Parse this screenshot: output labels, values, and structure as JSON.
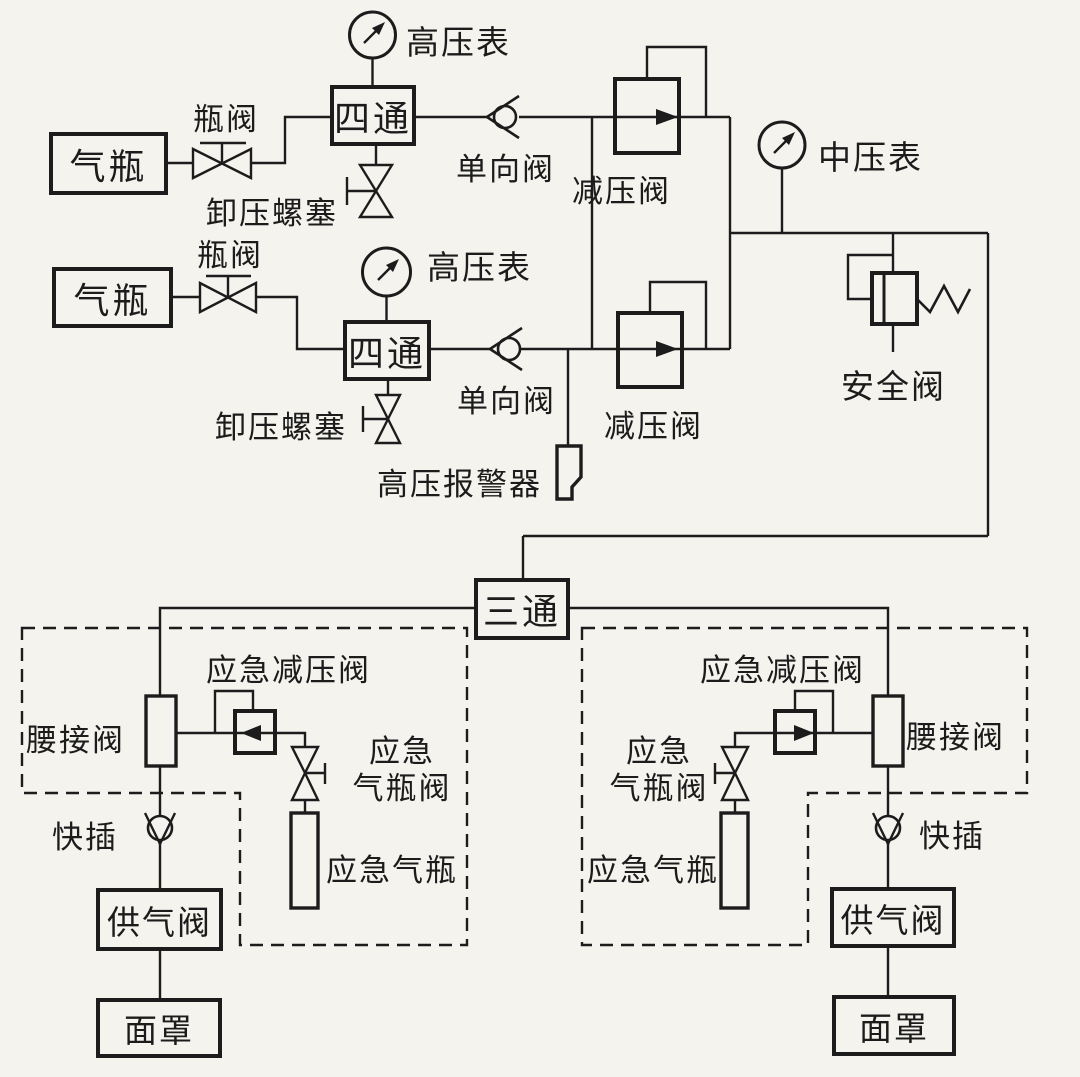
{
  "labels": {
    "gas_cylinder": "气瓶",
    "bottle_valve": "瓶阀",
    "relief_plug": "卸压螺塞",
    "four_way": "四通",
    "hp_gauge": "高压表",
    "check_valve": "单向阀",
    "reducing_valve": "减压阀",
    "mp_gauge": "中压表",
    "safety_valve": "安全阀",
    "hp_alarm": "高压报警器",
    "three_way": "三通",
    "em_reducing_valve": "应急减压阀",
    "waist_valve": "腰接阀",
    "em_cyl_valve_line1": "应急",
    "em_cyl_valve_line2": "气瓶阀",
    "em_cylinder": "应急气瓶",
    "quick_connect": "快插",
    "supply_valve": "供气阀",
    "mask": "面罩"
  },
  "colors": {
    "line": "#1c1c1c",
    "paper": "#f5f3ee"
  }
}
